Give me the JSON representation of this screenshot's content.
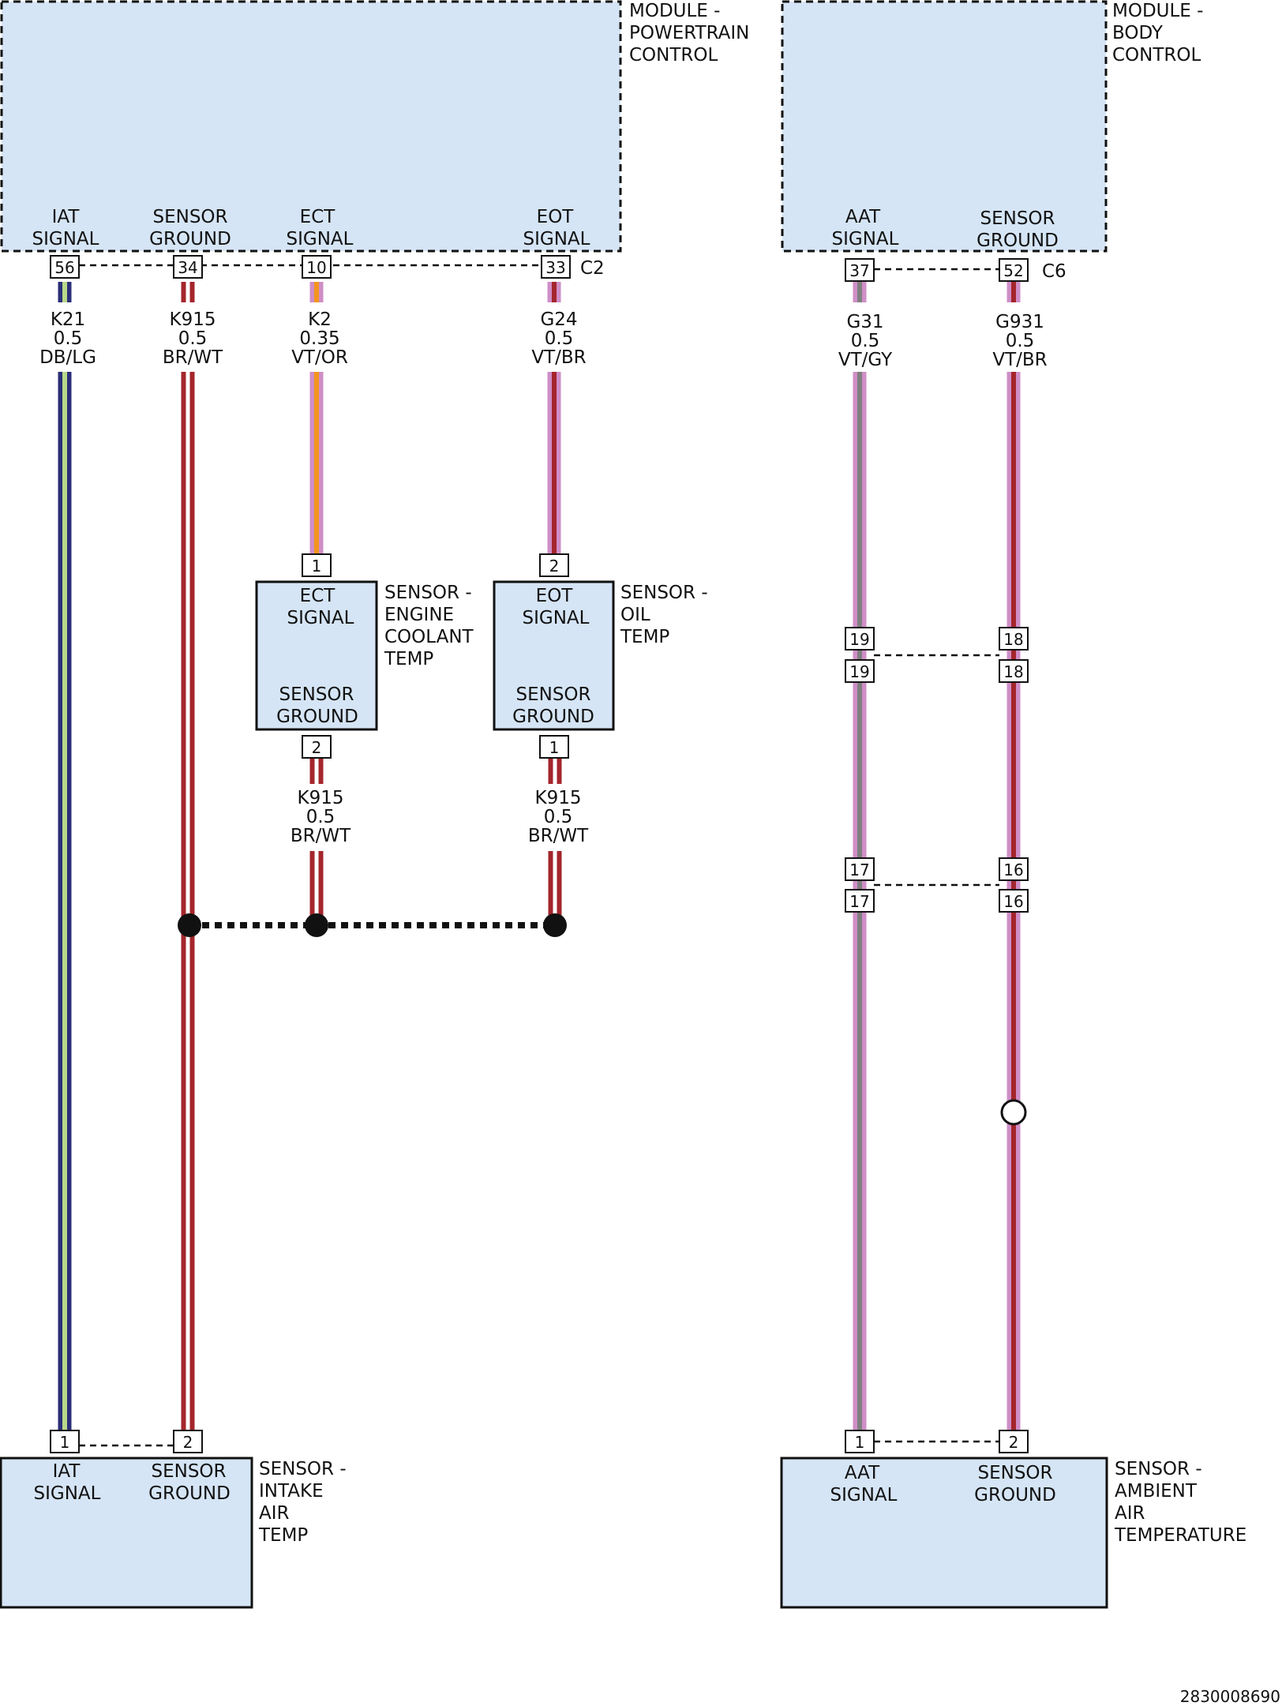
{
  "colors": {
    "box_fill": "#d5e5f5",
    "outline": "#111111",
    "DB": "#2b2f7a",
    "LG": "#b8d98a",
    "BR": "#a4262c",
    "WT": "#ffffff",
    "VT": "#cf8ec7",
    "OR": "#f3951e",
    "GY": "#808080"
  },
  "modules": {
    "pcm": {
      "title": [
        "MODULE -",
        "POWERTRAIN",
        "CONTROL"
      ],
      "connector": "C2"
    },
    "bcm": {
      "title": [
        "MODULE -",
        "BODY",
        "CONTROL"
      ],
      "connector": "C6"
    }
  },
  "pins": {
    "pcm_iat": {
      "label": [
        "IAT",
        "SIGNAL"
      ],
      "pin": "56"
    },
    "pcm_gnd": {
      "label": [
        "SENSOR",
        "GROUND"
      ],
      "pin": "34"
    },
    "pcm_ect": {
      "label": [
        "ECT",
        "SIGNAL"
      ],
      "pin": "10"
    },
    "pcm_eot": {
      "label": [
        "EOT",
        "SIGNAL"
      ],
      "pin": "33"
    },
    "bcm_aat": {
      "label": [
        "AAT",
        "SIGNAL"
      ],
      "pin": "37"
    },
    "bcm_gnd": {
      "label": [
        "SENSOR",
        "GROUND"
      ],
      "pin": "52"
    }
  },
  "wires": {
    "k21": {
      "circuit": "K21",
      "size": "0.5",
      "color": "DB/LG"
    },
    "k915_pcm": {
      "circuit": "K915",
      "size": "0.5",
      "color": "BR/WT"
    },
    "k2": {
      "circuit": "K2",
      "size": "0.35",
      "color": "VT/OR"
    },
    "g24": {
      "circuit": "G24",
      "size": "0.5",
      "color": "VT/BR"
    },
    "k915_ect": {
      "circuit": "K915",
      "size": "0.5",
      "color": "BR/WT"
    },
    "k915_eot": {
      "circuit": "K915",
      "size": "0.5",
      "color": "BR/WT"
    },
    "g31": {
      "circuit": "G31",
      "size": "0.5",
      "color": "VT/GY"
    },
    "g931": {
      "circuit": "G931",
      "size": "0.5",
      "color": "VT/BR"
    }
  },
  "sensors": {
    "ect": {
      "title": [
        "SENSOR -",
        "ENGINE",
        "COOLANT",
        "TEMP"
      ],
      "top": [
        "ECT",
        "SIGNAL"
      ],
      "bottom": [
        "SENSOR",
        "GROUND"
      ],
      "pin_top": "1",
      "pin_bottom": "2"
    },
    "eot": {
      "title": [
        "SENSOR -",
        "OIL",
        "TEMP"
      ],
      "top": [
        "EOT",
        "SIGNAL"
      ],
      "bottom": [
        "SENSOR",
        "GROUND"
      ],
      "pin_top": "2",
      "pin_bottom": "1"
    },
    "iat": {
      "title": [
        "SENSOR -",
        "INTAKE",
        "AIR",
        "TEMP"
      ],
      "left": [
        "IAT",
        "SIGNAL"
      ],
      "right": [
        "SENSOR",
        "GROUND"
      ],
      "pin_left": "1",
      "pin_right": "2"
    },
    "aat": {
      "title": [
        "SENSOR -",
        "AMBIENT",
        "AIR",
        "TEMPERATURE"
      ],
      "left": [
        "AAT",
        "SIGNAL"
      ],
      "right": [
        "SENSOR",
        "GROUND"
      ],
      "pin_left": "1",
      "pin_right": "2"
    }
  },
  "inline": {
    "c1": {
      "pin_aat": "19",
      "pin_gnd": "18"
    },
    "c2": {
      "pin_aat": "17",
      "pin_gnd": "16"
    }
  },
  "figure_id": "2830008690"
}
